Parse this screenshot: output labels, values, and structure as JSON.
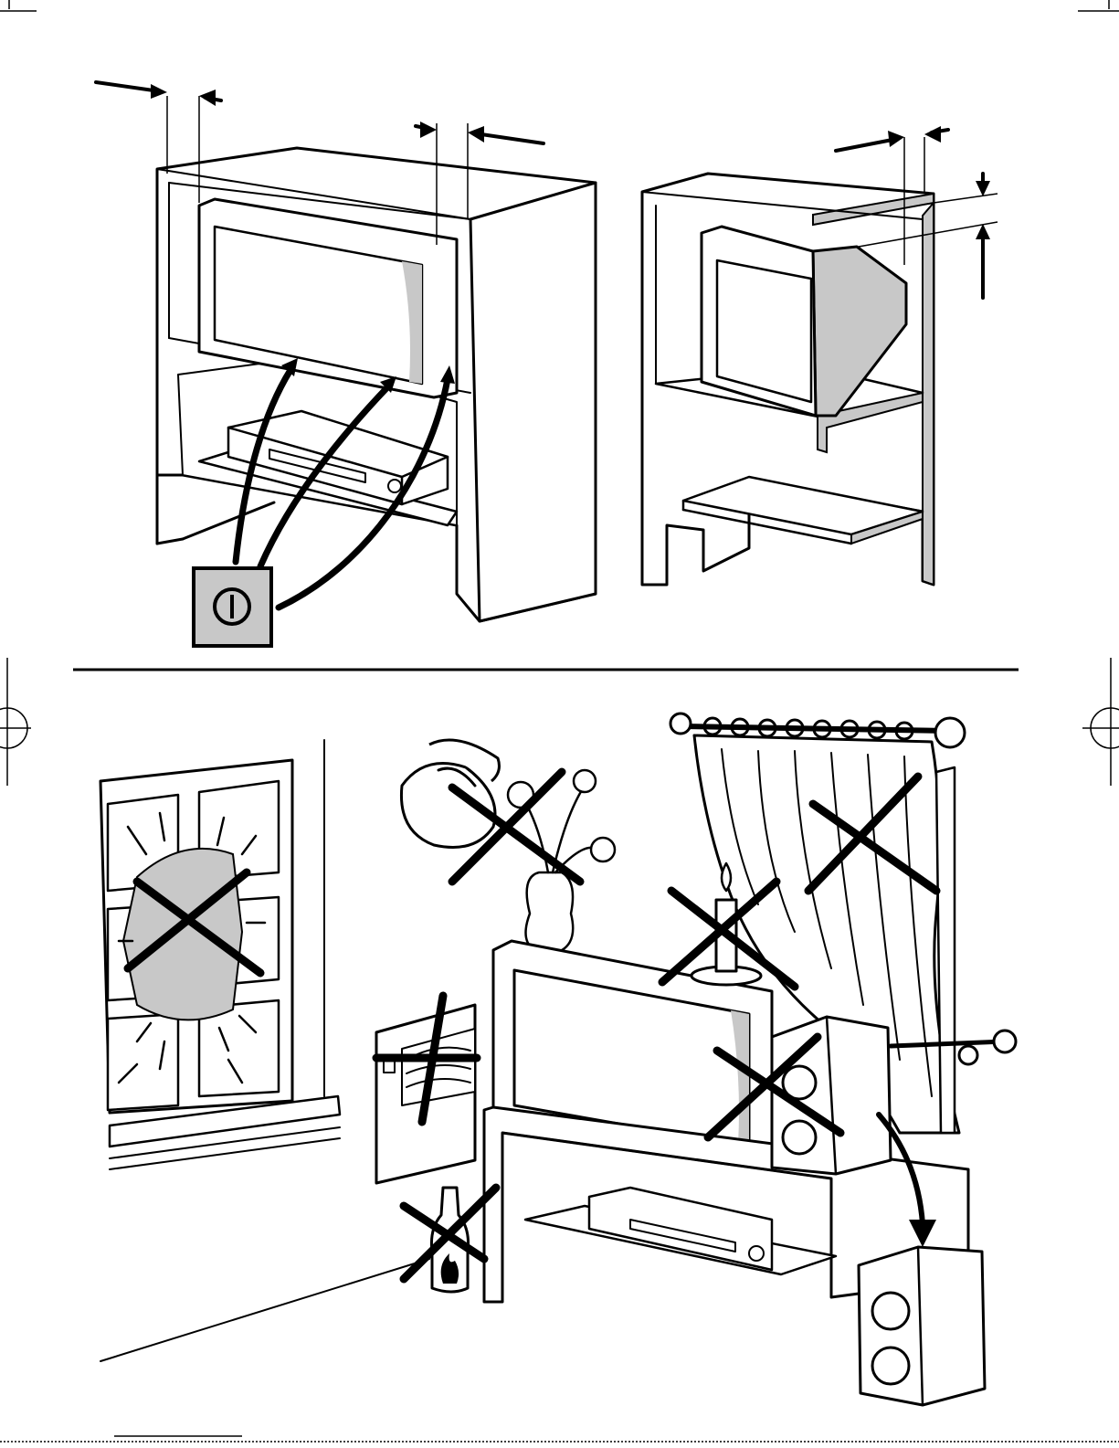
{
  "page": {
    "title": "",
    "colors": {
      "line": "#000000",
      "background": "#ffffff",
      "shade": "#c8c8c8"
    }
  },
  "top_panel": {
    "left_illustration": {
      "subject": "tv-in-cabinet-with-clearance",
      "icon": "power-icon"
    },
    "right_illustration": {
      "subject": "crt-tv-in-open-shelf-with-clearance"
    }
  },
  "bottom_panel": {
    "subject": "placement-warnings",
    "warnings": [
      {
        "name": "direct-sunlight-warning",
        "icon": "sun-icon"
      },
      {
        "name": "liquid-warning",
        "icon": "watering-can-icon"
      },
      {
        "name": "open-flame-warning",
        "icon": "candle-icon"
      },
      {
        "name": "curtain-warning",
        "icon": "curtain-icon"
      },
      {
        "name": "heater-warning",
        "icon": "radiator-icon"
      },
      {
        "name": "speaker-warning",
        "icon": "speaker-icon"
      },
      {
        "name": "flammable-warning",
        "icon": "flammable-bottle-icon"
      }
    ]
  }
}
